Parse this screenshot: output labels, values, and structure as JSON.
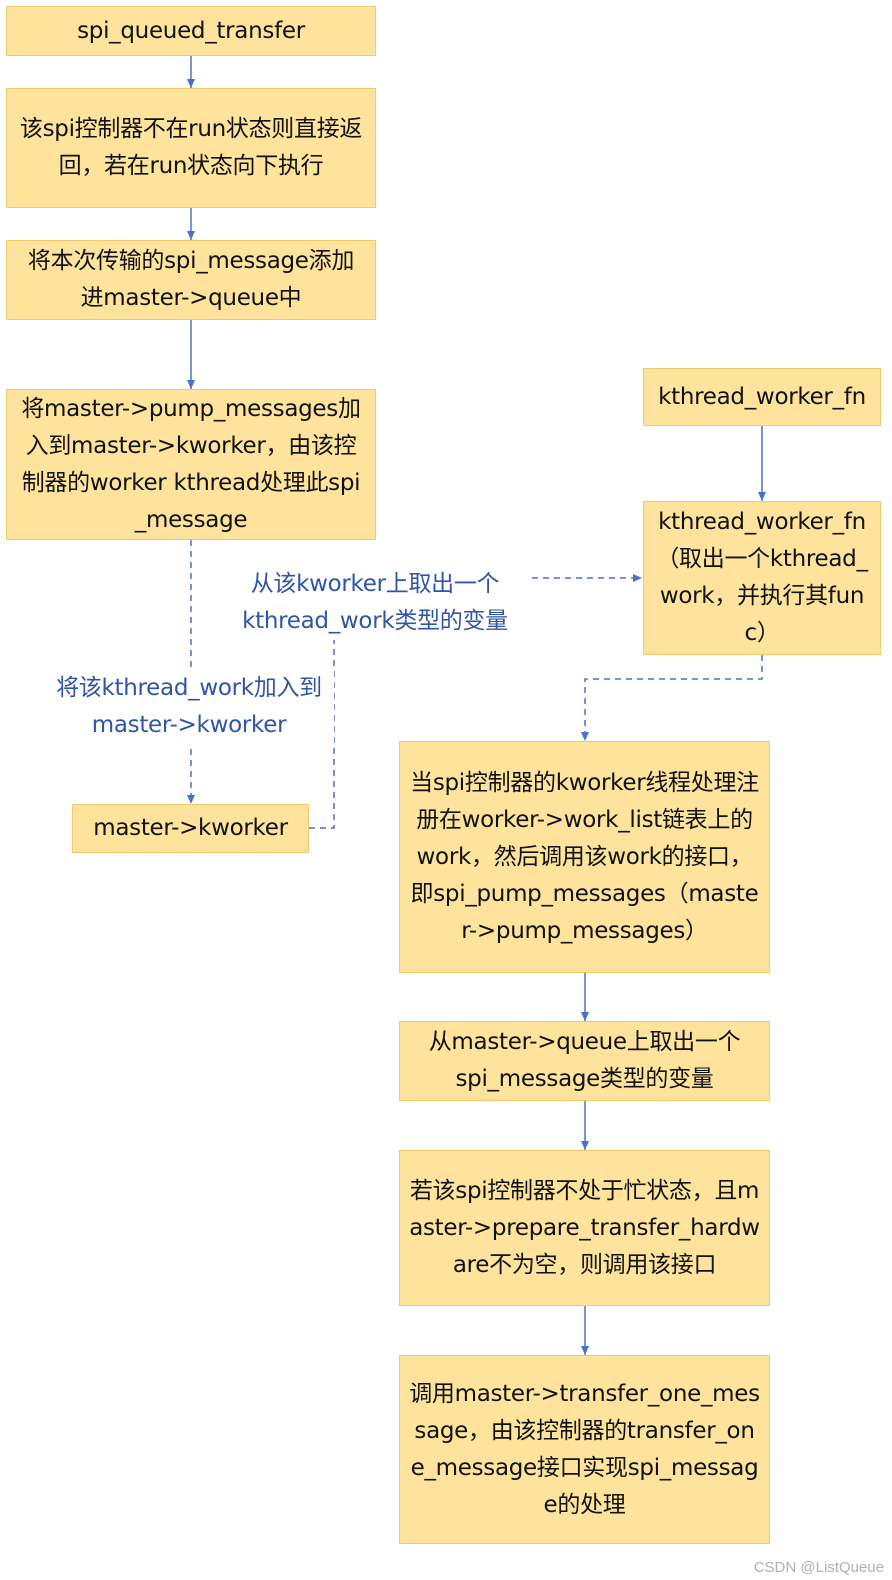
{
  "diagram": {
    "boxes": {
      "spi_queued_transfer": "spi_queued_transfer",
      "check_run": "该spi控制器不在run状态则直接返回，若在run状态向下执行",
      "add_queue": "将本次传输的spi_message添加进master->queue中",
      "add_kworker": "将master->pump_messages加入到master->kworker，由该控制器的worker kthread处理此spi_message",
      "master_kworker": "master->kworker",
      "kthread_worker_fn_top": "kthread_worker_fn",
      "kthread_worker_fn_mid": "kthread_worker_fn（取出一个kthread_work，并执行其func）",
      "pump_messages": "当spi控制器的kworker线程处理注册在worker->work_list链表上的work，然后调用该work的接口，即spi_pump_messages（master->pump_messages）",
      "take_message": "从master->queue上取出一个spi_message类型的变量",
      "prepare_hw": "若该spi控制器不处于忙状态，且master->prepare_transfer_hardware不为空，则调用该接口",
      "transfer_one": "调用master->transfer_one_message，由该控制器的transfer_one_message接口实现spi_message的处理"
    },
    "labels": {
      "take_from_kworker": "从该kworker上取出一个kthread_work类型的变量",
      "add_to_kworker": "将该kthread_work加入到master->kworker"
    }
  },
  "watermark": "CSDN @ListQueue",
  "colors": {
    "box_fill": "#fde39c",
    "box_border": "#f2c96b",
    "connector": "#4a72c4",
    "label_text": "#2f55a8"
  }
}
